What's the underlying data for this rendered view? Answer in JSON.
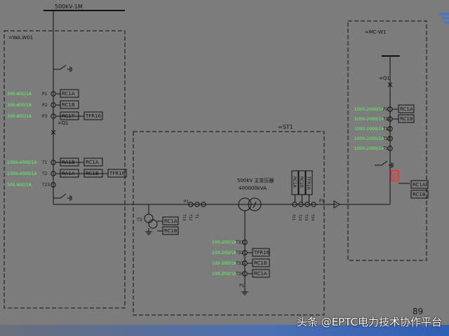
{
  "bus_label": "500kV-1M",
  "zones": {
    "left": "=WA.W01",
    "middle": "=ST1",
    "right": "=MC-W1"
  },
  "left_bay": {
    "breaker": "=Q1",
    "ct_group_top": [
      {
        "ratio": "300-600/1A",
        "core": "P1",
        "relays": [
          "RC1A"
        ]
      },
      {
        "ratio": "300-600/1A",
        "core": "P2",
        "relays": [
          "RC1B"
        ]
      },
      {
        "ratio": "300-600/1A",
        "core": "P3",
        "relays": [
          "RC1T",
          "TFR16"
        ]
      }
    ],
    "ct_group_bottom": [
      {
        "ratio": "2000-4000/1A",
        "core": "T1",
        "relays": [
          "RA1B",
          "RC1A"
        ]
      },
      {
        "ratio": "2000-4000/1A",
        "core": "T2",
        "relays": [
          "RA1A",
          "RC1B",
          "TFR16"
        ]
      },
      {
        "ratio": "300-600/1A",
        "core": "T23",
        "relays": []
      }
    ]
  },
  "transformer": {
    "rating": "500kV 主变压器",
    "capacity": "400000kVA",
    "node_left": "P1",
    "node_right": "P1",
    "neutral": "P1",
    "left_cores": [
      "T13",
      "T12",
      "T1"
    ],
    "right_cores": [
      "T21",
      "T22",
      "T23",
      "T24"
    ],
    "vertical_relays": [
      "RC1A",
      "RC1B",
      "TFR16"
    ],
    "aux_tag": "T3",
    "aux_relays": [
      "RC1A",
      "RC1B"
    ],
    "neutral_cores": [
      {
        "ratio": "100-200/1A",
        "core": "T31",
        "relay": ""
      },
      {
        "ratio": "100-200/1A",
        "core": "T32",
        "relay": "TFR16"
      },
      {
        "ratio": "100-200/1A",
        "core": "T33",
        "relay": "RC1B"
      },
      {
        "ratio": "100-200/1A",
        "core": "T34",
        "relay": "RC1A"
      }
    ]
  },
  "right_bay": {
    "breaker": "=Q1",
    "cores": [
      {
        "ratio": "1000-2000/1A",
        "core": "P2",
        "relay": "RC1A"
      },
      {
        "ratio": "1000-2000/1A",
        "core": "T14",
        "relay": "RC1B"
      },
      {
        "ratio": "1000-2000/1A",
        "core": "T13",
        "relay": ""
      },
      {
        "ratio": "1000-2000/1A",
        "core": "T11",
        "relay": ""
      },
      {
        "ratio": "1000-2000/1A",
        "core": "T1",
        "relay": ""
      }
    ],
    "tail_relays": [
      "RC1A",
      "RC1B"
    ]
  },
  "page_number": "89",
  "watermark": "头条 @EPTC电力技术协作平台",
  "colors": {
    "background": "#7c7c7c",
    "line": "#111111",
    "label_green": "#5dff5d",
    "highlight_red": "#e23b3b"
  }
}
